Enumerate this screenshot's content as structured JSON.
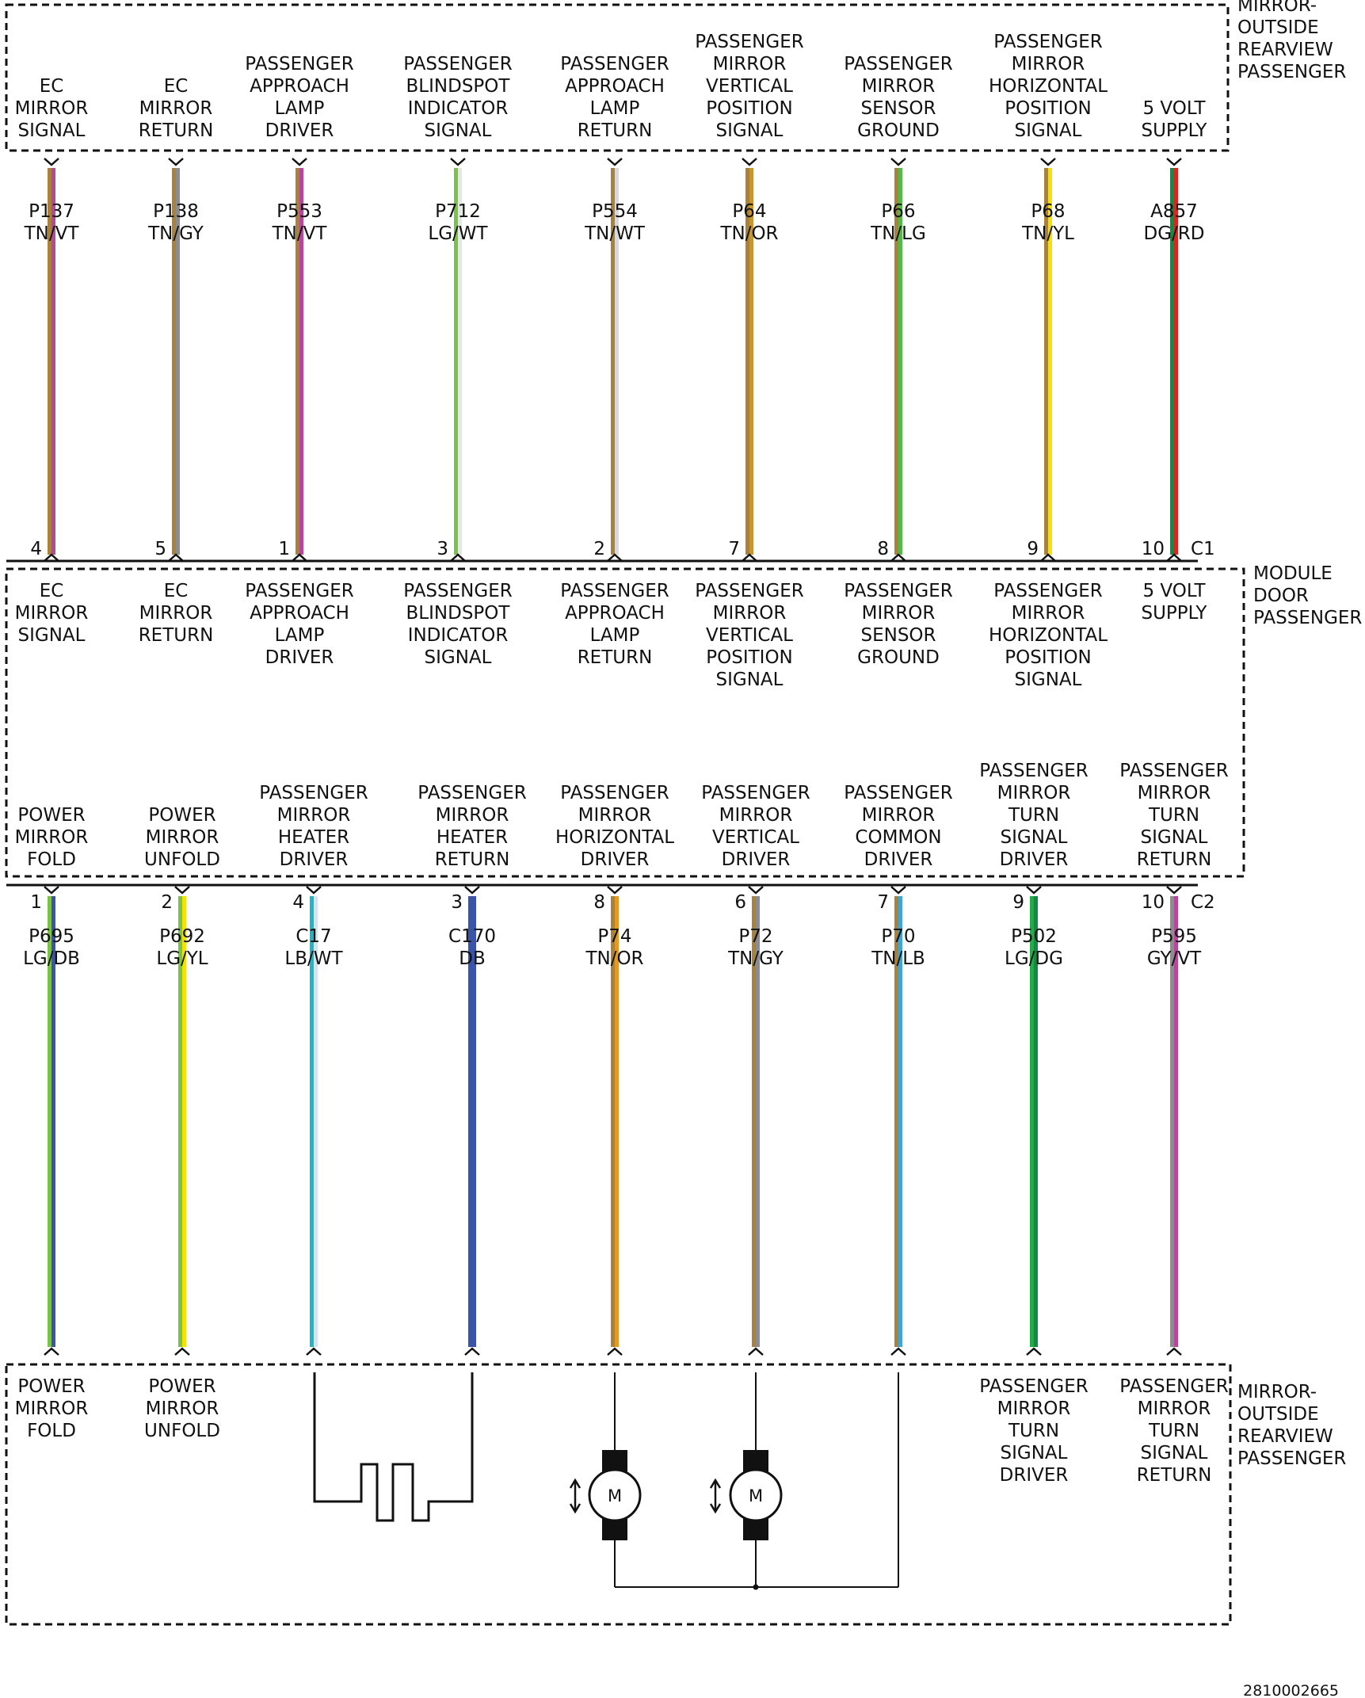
{
  "components": {
    "mirror_top": [
      "MIRROR-",
      "OUTSIDE",
      "REARVIEW",
      "PASSENGER"
    ],
    "module": [
      "MODULE",
      "DOOR",
      "PASSENGER"
    ],
    "mirror_bottom": [
      "MIRROR-",
      "OUTSIDE",
      "REARVIEW",
      "PASSENGER"
    ]
  },
  "connectors": {
    "c1": "C1",
    "c2": "C2"
  },
  "c1_circuits": [
    {
      "mirror_label": [
        "EC",
        "MIRROR",
        "SIGNAL"
      ],
      "module_label": [
        "EC",
        "MIRROR",
        "SIGNAL"
      ],
      "circuit": "P137",
      "color_code": "TN/VT",
      "pin": "4",
      "colors": [
        "#a8823c",
        "#b5489a"
      ]
    },
    {
      "mirror_label": [
        "EC",
        "MIRROR",
        "RETURN"
      ],
      "module_label": [
        "EC",
        "MIRROR",
        "RETURN"
      ],
      "circuit": "P138",
      "color_code": "TN/GY",
      "pin": "5",
      "colors": [
        "#a8823c",
        "#8c8c8c"
      ]
    },
    {
      "mirror_label": [
        "PASSENGER",
        "APPROACH",
        "LAMP",
        "DRIVER"
      ],
      "module_label": [
        "PASSENGER",
        "APPROACH",
        "LAMP",
        "DRIVER"
      ],
      "circuit": "P553",
      "color_code": "TN/VT",
      "pin": "1",
      "colors": [
        "#a8823c",
        "#b5489a"
      ]
    },
    {
      "mirror_label": [
        "PASSENGER",
        "BLINDSPOT",
        "INDICATOR",
        "SIGNAL"
      ],
      "module_label": [
        "PASSENGER",
        "BLINDSPOT",
        "INDICATOR",
        "SIGNAL"
      ],
      "circuit": "P712",
      "color_code": "LG/WT",
      "pin": "3",
      "colors": [
        "#7cc24a",
        "#e2e8e2"
      ]
    },
    {
      "mirror_label": [
        "PASSENGER",
        "APPROACH",
        "LAMP",
        "RETURN"
      ],
      "module_label": [
        "PASSENGER",
        "APPROACH",
        "LAMP",
        "RETURN"
      ],
      "circuit": "P554",
      "color_code": "TN/WT",
      "pin": "2",
      "colors": [
        "#a8823c",
        "#d9d9d9"
      ]
    },
    {
      "mirror_label": [
        "PASSENGER",
        "MIRROR",
        "VERTICAL",
        "POSITION",
        "SIGNAL"
      ],
      "module_label": [
        "PASSENGER",
        "MIRROR",
        "VERTICAL",
        "POSITION",
        "SIGNAL"
      ],
      "circuit": "P64",
      "color_code": "TN/OR",
      "pin": "7",
      "colors": [
        "#a8823c",
        "#c8962e"
      ]
    },
    {
      "mirror_label": [
        "PASSENGER",
        "MIRROR",
        "SENSOR",
        "GROUND"
      ],
      "module_label": [
        "PASSENGER",
        "MIRROR",
        "SENSOR",
        "GROUND"
      ],
      "circuit": "P66",
      "color_code": "TN/LG",
      "pin": "8",
      "colors": [
        "#a8823c",
        "#55b84a"
      ]
    },
    {
      "mirror_label": [
        "PASSENGER",
        "MIRROR",
        "HORIZONTAL",
        "POSITION",
        "SIGNAL"
      ],
      "module_label": [
        "PASSENGER",
        "MIRROR",
        "HORIZONTAL",
        "POSITION",
        "SIGNAL"
      ],
      "circuit": "P68",
      "color_code": "TN/YL",
      "pin": "9",
      "colors": [
        "#a8823c",
        "#f2e400"
      ]
    },
    {
      "mirror_label": [
        "5 VOLT",
        "SUPPLY"
      ],
      "module_label": [
        "5 VOLT",
        "SUPPLY"
      ],
      "circuit": "A857",
      "color_code": "DG/RD",
      "pin": "10",
      "colors": [
        "#138a43",
        "#d6281e"
      ]
    }
  ],
  "c2_circuits": [
    {
      "module_label": [
        "POWER",
        "MIRROR",
        "FOLD"
      ],
      "mirror_label": [
        "POWER",
        "MIRROR",
        "FOLD"
      ],
      "circuit": "P695",
      "color_code": "LG/DB",
      "pin": "1",
      "colors": [
        "#7cc24a",
        "#3a55a8"
      ]
    },
    {
      "module_label": [
        "POWER",
        "MIRROR",
        "UNFOLD"
      ],
      "mirror_label": [
        "POWER",
        "MIRROR",
        "UNFOLD"
      ],
      "circuit": "P692",
      "color_code": "LG/YL",
      "pin": "2",
      "colors": [
        "#7cc24a",
        "#f2e400"
      ]
    },
    {
      "module_label": [
        "PASSENGER",
        "MIRROR",
        "HEATER",
        "DRIVER"
      ],
      "mirror_label": [],
      "circuit": "C17",
      "color_code": "LB/WT",
      "pin": "4",
      "colors": [
        "#1fb5c6",
        "#d5e4ec"
      ]
    },
    {
      "module_label": [
        "PASSENGER",
        "MIRROR",
        "HEATER",
        "RETURN"
      ],
      "mirror_label": [],
      "circuit": "C170",
      "color_code": "DB",
      "pin": "3",
      "colors": [
        "#3a55a8",
        "#3a55a8"
      ]
    },
    {
      "module_label": [
        "PASSENGER",
        "MIRROR",
        "HORIZONTAL",
        "DRIVER"
      ],
      "mirror_label": [],
      "circuit": "P74",
      "color_code": "TN/OR",
      "pin": "8",
      "colors": [
        "#a8823c",
        "#e49a22"
      ]
    },
    {
      "module_label": [
        "PASSENGER",
        "MIRROR",
        "VERTICAL",
        "DRIVER"
      ],
      "mirror_label": [],
      "circuit": "P72",
      "color_code": "TN/GY",
      "pin": "6",
      "colors": [
        "#a8823c",
        "#8c8c8c"
      ]
    },
    {
      "module_label": [
        "PASSENGER",
        "MIRROR",
        "COMMON",
        "DRIVER"
      ],
      "mirror_label": [],
      "circuit": "P70",
      "color_code": "TN/LB",
      "pin": "7",
      "colors": [
        "#a8823c",
        "#40a4d4"
      ]
    },
    {
      "module_label": [
        "PASSENGER",
        "MIRROR",
        "TURN",
        "SIGNAL",
        "DRIVER"
      ],
      "mirror_label": [
        "PASSENGER",
        "MIRROR",
        "TURN",
        "SIGNAL",
        "DRIVER"
      ],
      "circuit": "P502",
      "color_code": "LG/DG",
      "pin": "9",
      "colors": [
        "#27a84a",
        "#138a43"
      ]
    },
    {
      "module_label": [
        "PASSENGER",
        "MIRROR",
        "TURN",
        "SIGNAL",
        "RETURN"
      ],
      "mirror_label": [
        "PASSENGER",
        "MIRROR",
        "TURN",
        "SIGNAL",
        "RETURN"
      ],
      "circuit": "P595",
      "color_code": "GY/VT",
      "pin": "10",
      "colors": [
        "#8c8c8c",
        "#b5489a"
      ]
    }
  ],
  "motors": {
    "horizontal_motor": "M",
    "vertical_motor": "M"
  },
  "icons": {
    "motor": "motor-symbol",
    "heater": "heater-element-symbol",
    "arrow": "double-arrow-icon"
  },
  "footer": {
    "id": "2810002665"
  }
}
